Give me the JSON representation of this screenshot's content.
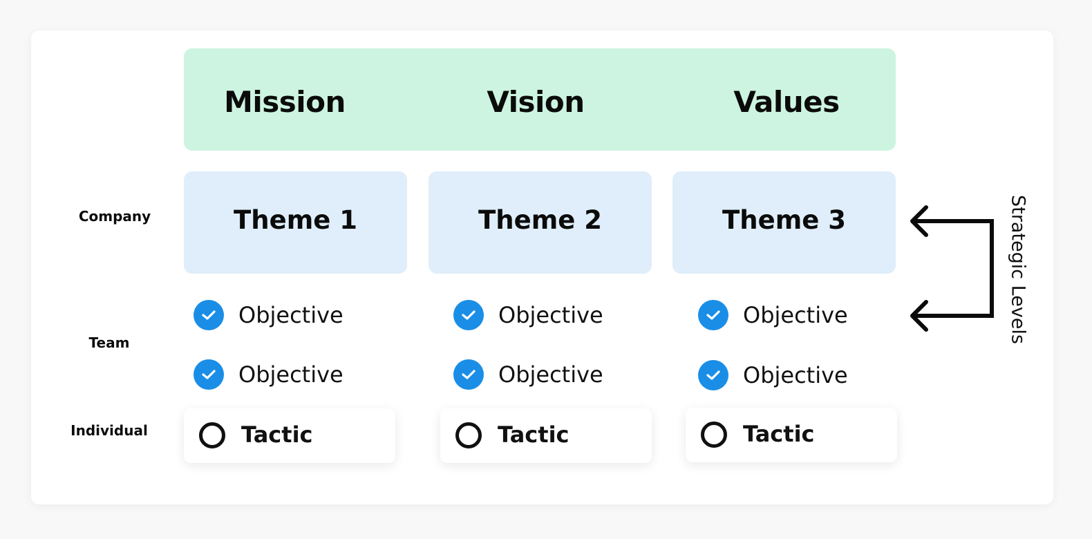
{
  "banner": {
    "items": [
      "Mission",
      "Vision",
      "Values"
    ],
    "color": "#cdf4e0"
  },
  "levels": {
    "company": "Company",
    "team": "Team",
    "individual": "Individual"
  },
  "themes": [
    "Theme 1",
    "Theme 2",
    "Theme 3"
  ],
  "objectives": [
    [
      "Objective",
      "Objective"
    ],
    [
      "Objective",
      "Objective"
    ],
    [
      "Objective",
      "Objective"
    ]
  ],
  "tactics": [
    "Tactic",
    "Tactic",
    "Tactic"
  ],
  "strategic_levels_label": "Strategic Levels",
  "colors": {
    "theme_bg": "#dfeefa",
    "check": "#1a8ee6",
    "text": "#0b0b0b"
  },
  "icons": {
    "check": "check-circle-icon",
    "tactic": "empty-circle-icon",
    "arrows": "bracket-arrows-icon"
  }
}
